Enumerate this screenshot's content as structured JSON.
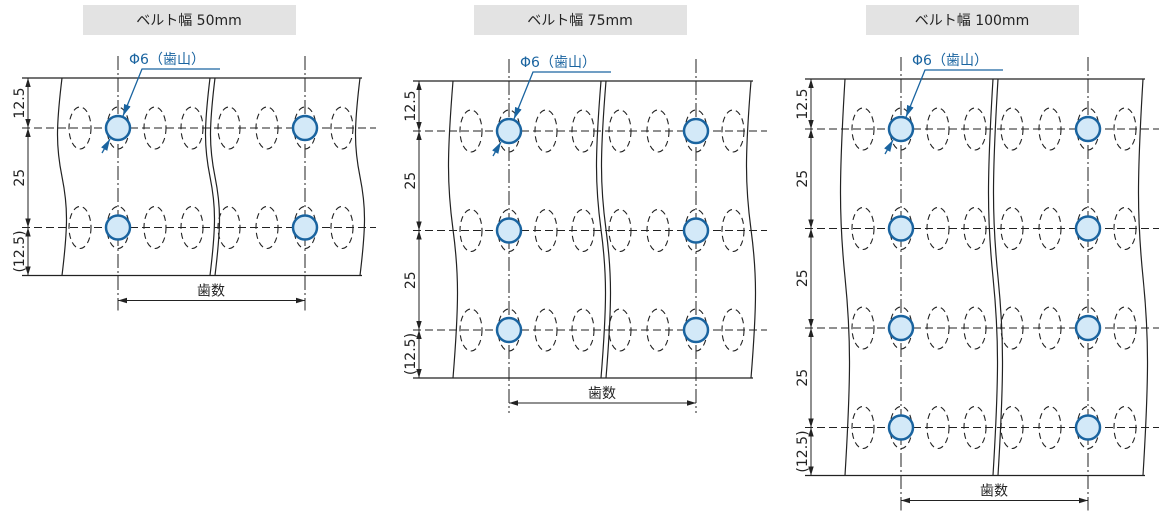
{
  "colors": {
    "pin_fill": "#d3e9f8",
    "pin_stroke": "#1a64a0",
    "title_bg": "#e3e3e3"
  },
  "panels": [
    {
      "title": "ベルト幅 50mm",
      "callout": "Φ6（歯山）",
      "pitch_label": "歯数",
      "dims": [
        "12.5",
        "25",
        "(12.5)"
      ]
    },
    {
      "title": "ベルト幅 75mm",
      "callout": "Φ6（歯山）",
      "pitch_label": "歯数",
      "dims": [
        "12.5",
        "25",
        "25",
        "(12.5)"
      ]
    },
    {
      "title": "ベルト幅 100mm",
      "callout": "Φ6（歯山）",
      "pitch_label": "歯数",
      "dims": [
        "12.5",
        "25",
        "25",
        "25",
        "(12.5)"
      ]
    }
  ]
}
